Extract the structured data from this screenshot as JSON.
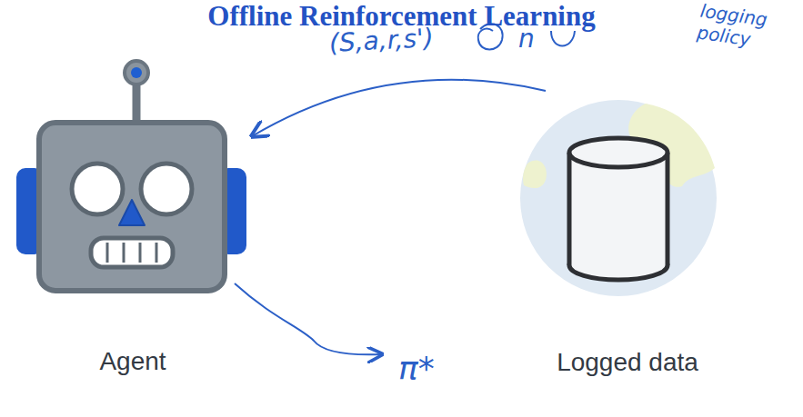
{
  "diagram": {
    "title": "Offline Reinforcement Learning",
    "nodes": [
      {
        "text": [
          "Agent"
        ]
      },
      {
        "text": [
          "Logged data"
        ]
      }
    ],
    "edges": [
      {
        "from": 1,
        "to": 0,
        "arrow": "to"
      }
    ],
    "labels": [
      "(S,a,r,s')",
      "n",
      "logging policy",
      "π*"
    ]
  }
}
